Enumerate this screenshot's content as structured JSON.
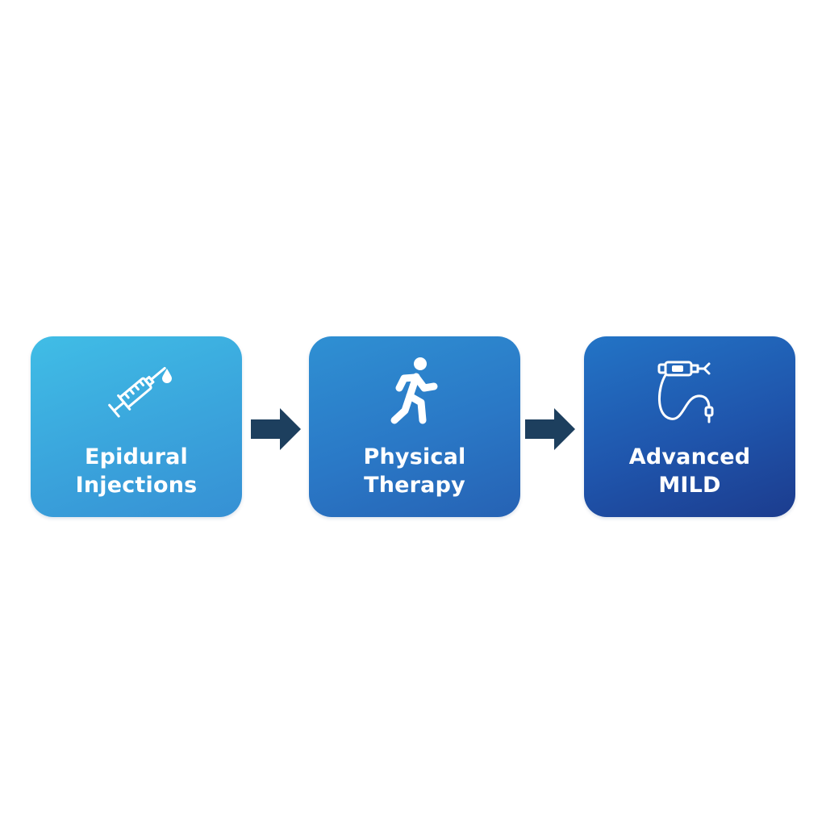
{
  "steps": [
    {
      "label": "Epidural\nInjections",
      "icon": "syringe-icon"
    },
    {
      "label": "Physical\nTherapy",
      "icon": "running-person-icon"
    },
    {
      "label": "Advanced\nMILD",
      "icon": "medical-device-icon"
    }
  ],
  "colors": {
    "arrow": "#1d3f5e",
    "step_1": "#3aa4dc",
    "step_2": "#2a78c6",
    "step_3": "#1f55ac",
    "text": "#ffffff"
  }
}
